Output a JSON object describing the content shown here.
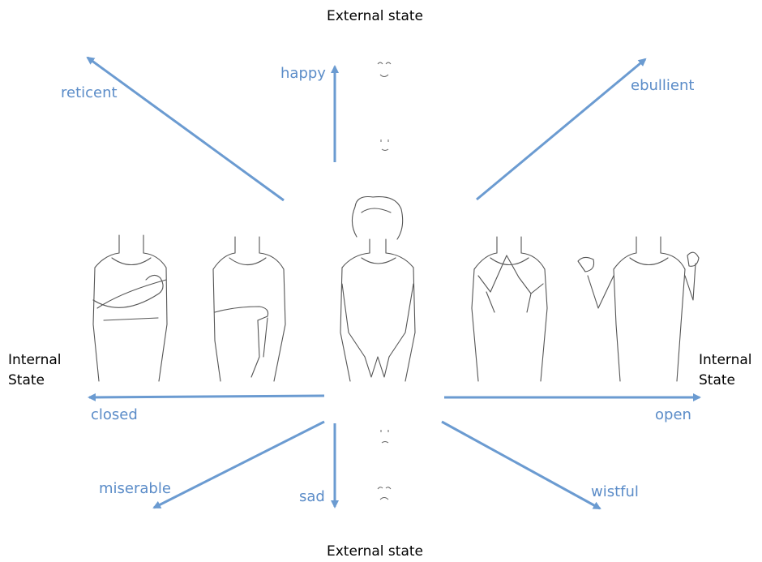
{
  "axes": {
    "top_title": "External state",
    "bottom_title": "External state",
    "left_title_line1": "Internal",
    "left_title_line2": "State",
    "right_title_line1": "Internal",
    "right_title_line2": "State"
  },
  "arrow_labels": {
    "happy": "happy",
    "reticent": "reticent",
    "ebullient": "ebullient",
    "closed": "closed",
    "open": "open",
    "miserable": "miserable",
    "sad": "sad",
    "wistful": "wistful"
  },
  "colors": {
    "arrow": "#6b9bd1",
    "label": "#5b8cc8",
    "sketch": "#555555"
  },
  "illustrations": [
    "figure-arms-crossed",
    "figure-arm-holding-elbow",
    "figure-hands-clasped-center",
    "figure-fingertips-together",
    "figure-fists-raised",
    "face-very-happy",
    "face-slightly-happy",
    "face-slightly-sad",
    "face-very-sad"
  ]
}
